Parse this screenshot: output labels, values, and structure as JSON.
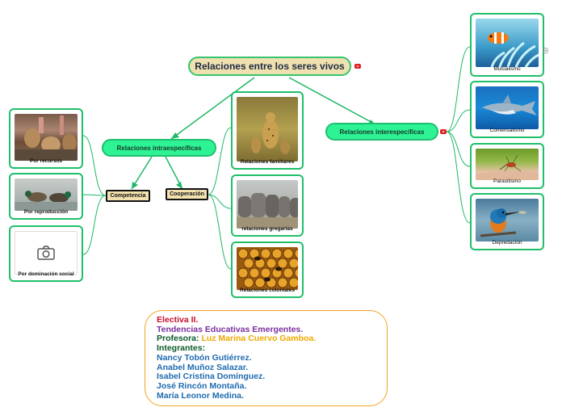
{
  "root": {
    "title": "Relaciones entre los seres vivos"
  },
  "left_branch": {
    "title": "Relaciones intraespecíficas",
    "competencia": {
      "label": "Competencia",
      "items": [
        {
          "caption": "Por recursos",
          "image": "lions-photo"
        },
        {
          "caption": "Por reproducción",
          "image": "ducks-photo"
        },
        {
          "caption": "Por dominación social",
          "image": "camera-icon"
        }
      ]
    },
    "cooperacion": {
      "label": "Cooperación",
      "items": [
        {
          "caption": "Relaciones familiares",
          "image": "cheetahs-photo"
        },
        {
          "caption": "relaciones gregarias",
          "image": "elephants-photo"
        },
        {
          "caption": "Relaciones coloniales",
          "image": "bees-photo"
        }
      ]
    }
  },
  "right_branch": {
    "title": "Relaciones interespecíficas",
    "items": [
      {
        "caption": "Mutualismo",
        "image": "clownfish-photo"
      },
      {
        "caption": "Comensalismo",
        "image": "shark-photo"
      },
      {
        "caption": "Parasitismo",
        "image": "mosquito-photo"
      },
      {
        "caption": "Depredación",
        "image": "kingfisher-photo"
      }
    ]
  },
  "notes": {
    "line1": "Electiva II.",
    "line2a": "Tendencias Educativa",
    "line2b": "s Emergentes",
    "line2c": ".",
    "line3_label": "Profesora: ",
    "line3_name": "Luz Marina Cuervo Gamboa.",
    "line4": "Integrantes:",
    "members": [
      "Nancy Tobón Gutiérrez.",
      "Anabel Muñoz Salazar.",
      "Isabel Cristina Domínguez.",
      "José Rincón Montaña.",
      "María Leonor Medina."
    ]
  },
  "colors": {
    "topic_fill": "#2ef394",
    "connector": "#1fb866",
    "root_fill": "#efe0b0",
    "flag": "#e0201e",
    "notes_border": "#f3a31f",
    "title_red": "#c8102e",
    "purple": "#7b2f9e",
    "green_text": "#0c5a2a",
    "orange_text": "#f0a800",
    "blue_text": "#1e6bb0"
  }
}
